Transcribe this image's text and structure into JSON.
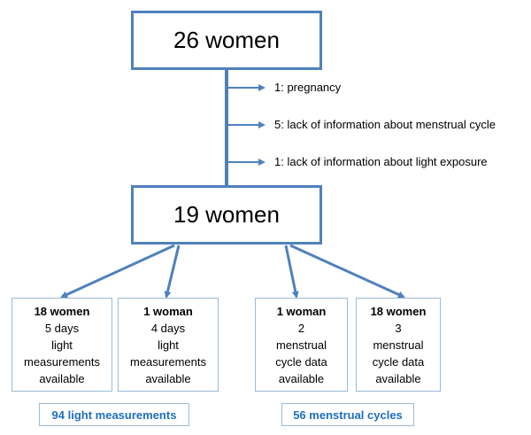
{
  "top_box": {
    "label": "26 women"
  },
  "exclusions": [
    {
      "label": "1: pregnancy"
    },
    {
      "label": "5: lack of information about menstrual cycle"
    },
    {
      "label": "1: lack of information about light exposure"
    }
  ],
  "middle_box": {
    "label": "19 women"
  },
  "groups": [
    {
      "head": "18 women",
      "lines": [
        "5 days",
        "light",
        "measurements",
        "available"
      ]
    },
    {
      "head": "1 woman",
      "lines": [
        "4 days",
        "light",
        "measurements",
        "available"
      ]
    },
    {
      "head": "1 woman",
      "lines": [
        "2",
        "menstrual",
        "cycle data",
        "available"
      ]
    },
    {
      "head": "18 women",
      "lines": [
        "3",
        "menstrual",
        "cycle data",
        "available"
      ]
    }
  ],
  "summaries": [
    {
      "label": "94 light measurements"
    },
    {
      "label": "56 menstrual cycles"
    }
  ],
  "colors": {
    "box_border": "#4f81bd",
    "connector": "#4f81bd",
    "summary_text": "#1f6fbf"
  }
}
